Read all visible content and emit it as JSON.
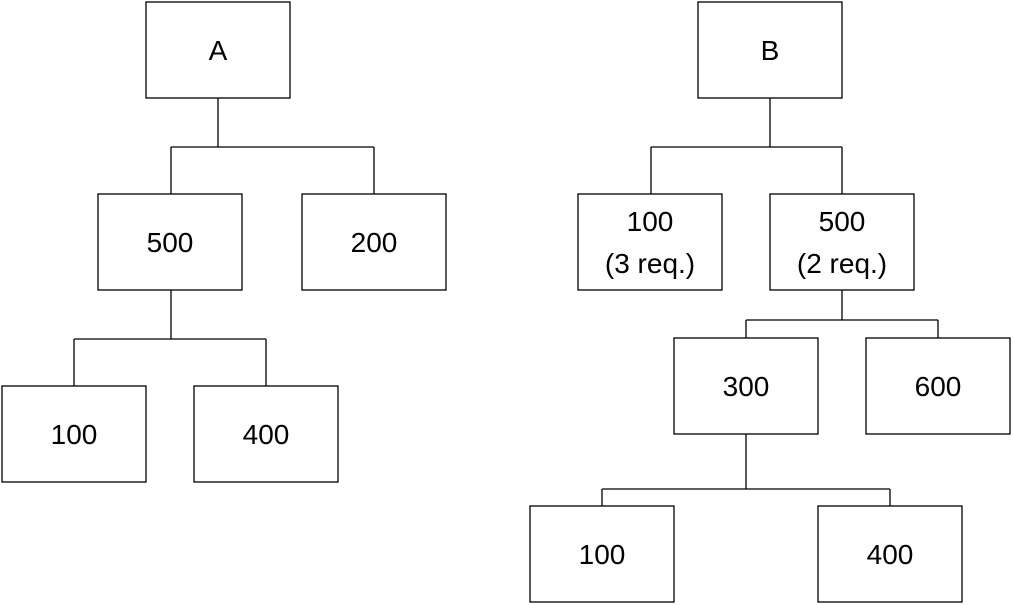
{
  "colors": {
    "box_stroke": "#000000",
    "box_fill": "#ffffff",
    "text": "#000000",
    "background": "#ffffff"
  },
  "tree_a": {
    "root": "A",
    "n_500": "500",
    "n_200": "200",
    "n_100": "100",
    "n_400": "400"
  },
  "tree_b": {
    "root": "B",
    "n_100": {
      "value": "100",
      "note": "(3 req.)"
    },
    "n_500": {
      "value": "500",
      "note": "(2 req.)"
    },
    "n_300": "300",
    "n_600": "600",
    "n_100_leaf": "100",
    "n_400_leaf": "400"
  }
}
